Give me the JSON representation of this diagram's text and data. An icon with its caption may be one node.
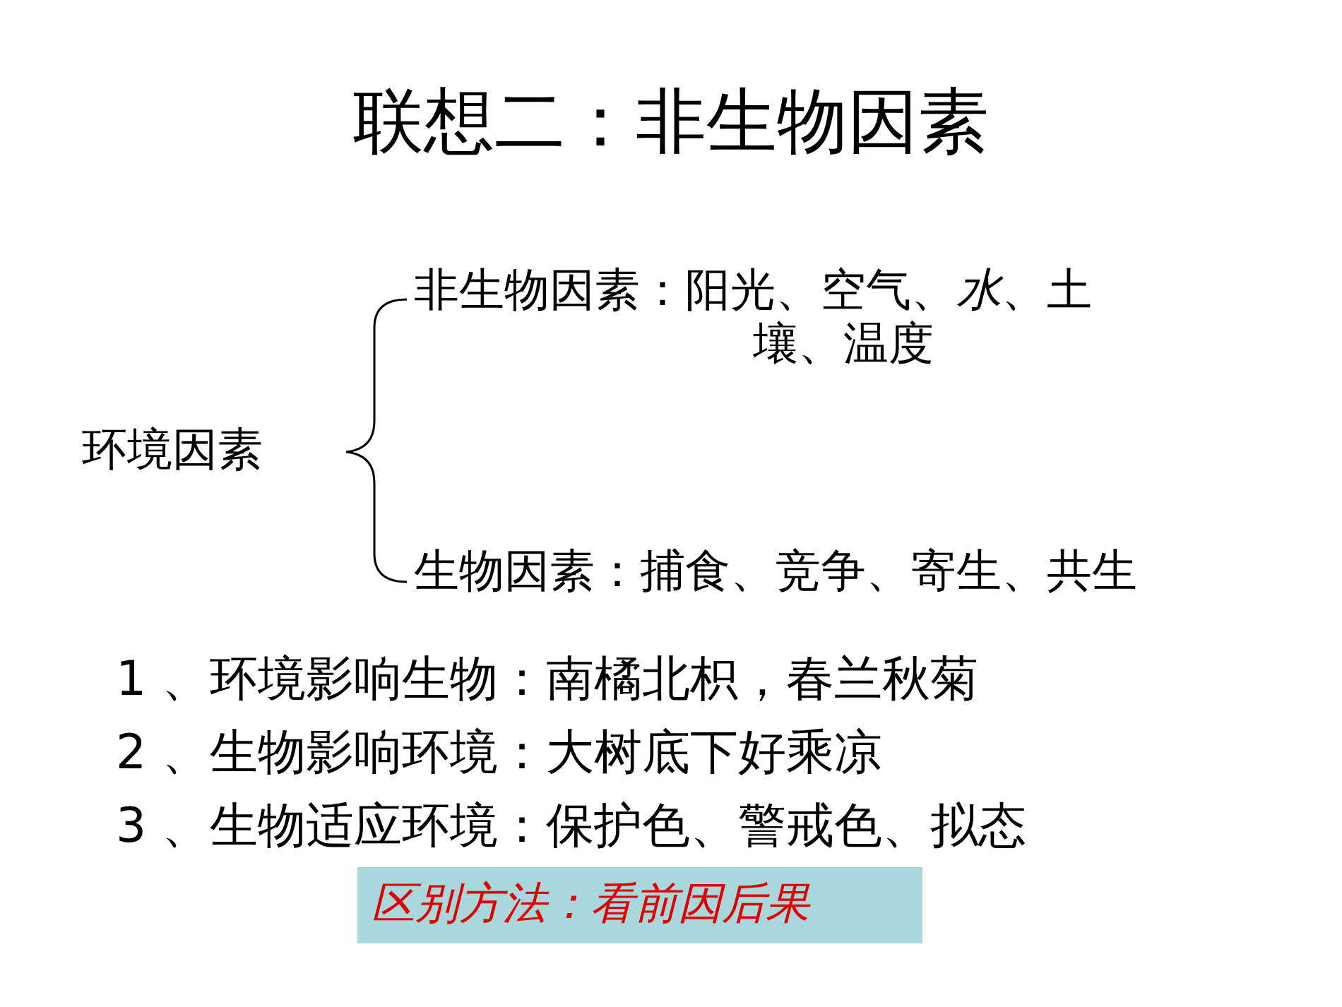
{
  "diagram": {
    "title": "联想二：非生物因素",
    "nodes": [
      {
        "text": [
          "区别方法：看前因后果"
        ]
      }
    ],
    "labels": [
      "环境因素",
      "非生物因素：阳光、空气、*水*、土壤、温度",
      "生物因素：捕食、竞争、寄生、共生",
      "1 、环境影响生物：南橘北枳，春兰秋菊",
      "2 、生物影响环境：大树底下好乘凉",
      "3 、生物适应环境：保护色、警戒色、拟态"
    ]
  }
}
